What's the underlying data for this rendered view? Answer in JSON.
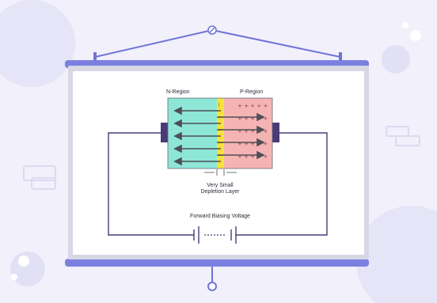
{
  "diagram": {
    "n_region_label": "N-Region",
    "p_region_label": "P-Region",
    "depletion_label_line1": "Very Small",
    "depletion_label_line2": "Depletion Layer",
    "voltage_label": "Forward Biasing Voltage"
  },
  "colors": {
    "background": "#f1f0fb",
    "projector_bar": "#7b80e0",
    "n_region": "#8ee6d6",
    "p_region": "#f5b4b4",
    "depletion_layer": "#f5e23a",
    "wire": "#4a3a78",
    "arrow": "#4f4f55"
  },
  "icons": {
    "hanger": "hook-icon",
    "pull_ring": "pull-ring-icon"
  }
}
